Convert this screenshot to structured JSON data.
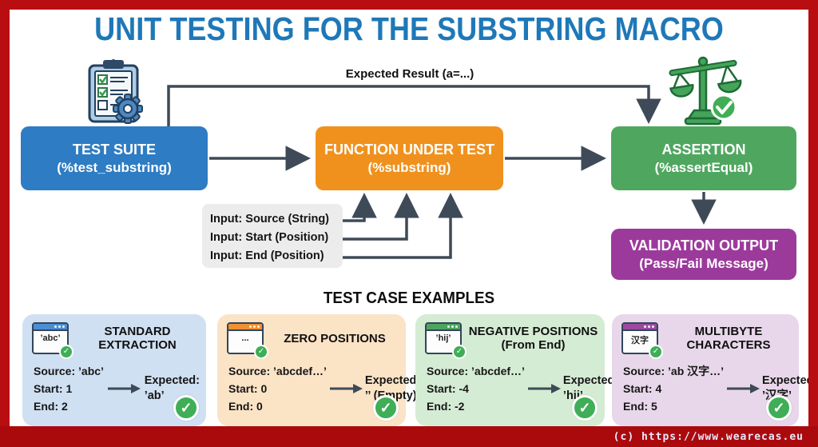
{
  "title": "UNIT TESTING FOR THE SUBSTRING MACRO",
  "flow": {
    "expected_result_label": "Expected Result (a=...)",
    "test_suite": {
      "line1": "TEST SUITE",
      "line2": "(%test_substring)",
      "color": "#2e7cc3"
    },
    "function_under_test": {
      "line1": "FUNCTION UNDER TEST",
      "line2": "(%substring)",
      "color": "#f0911d"
    },
    "assertion": {
      "line1": "ASSERTION",
      "line2": "(%assertEqual)",
      "color": "#4fa75f"
    },
    "validation_output": {
      "line1": "VALIDATION OUTPUT",
      "line2": "(Pass/Fail Message)",
      "color": "#9c3a9c"
    },
    "inputs": [
      "Input: Source (String)",
      "Input: Start (Position)",
      "Input: End (Position)"
    ],
    "wire_color": "#3e4a57"
  },
  "icons": {
    "test_suite": "clipboard-checklist-gear",
    "assertion": "balance-scale-with-check",
    "card_icon": "browser-window-with-check-badge",
    "result_icon": "green-check-circle"
  },
  "examples": {
    "heading": "TEST CASE EXAMPLES",
    "cards": [
      {
        "title_line1": "STANDARD",
        "title_line2": "EXTRACTION",
        "icon_text": "’abc’",
        "rows": [
          "Source: ’abc’",
          "Start: 1",
          "End: 2"
        ],
        "expected_label": "Expected:",
        "expected_value": "’ab’",
        "bg": "#cfe0f2",
        "bar": "#4a8fd3"
      },
      {
        "title_line1": "ZERO POSITIONS",
        "title_line2": "",
        "icon_text": "...",
        "rows": [
          "Source: ’abcdef…’",
          "Start: 0",
          "End: 0"
        ],
        "expected_label": "Expected:",
        "expected_value": "’’ (Empty)",
        "bg": "#fbe3c6",
        "bar": "#ef9130"
      },
      {
        "title_line1": "NEGATIVE POSITIONS",
        "title_line2": "(From End)",
        "icon_text": "’hij’",
        "rows": [
          "Source: ’abcdef…’",
          "Start: -4",
          "End: -2"
        ],
        "expected_label": "Expected:",
        "expected_value": "’hij’",
        "bg": "#d5ecd4",
        "bar": "#4ea45e"
      },
      {
        "title_line1": "MULTIBYTE",
        "title_line2": "CHARACTERS",
        "icon_text": "汉字",
        "rows": [
          "Source: ’ab 汉字…’",
          "Start: 4",
          "End: 5"
        ],
        "expected_label": "Expected:",
        "expected_value": "’汉字’",
        "bg": "#e8d7ea",
        "bar": "#9a4aa0"
      }
    ]
  },
  "footer": {
    "copyright": "(c) https://www.wearecas.eu"
  }
}
